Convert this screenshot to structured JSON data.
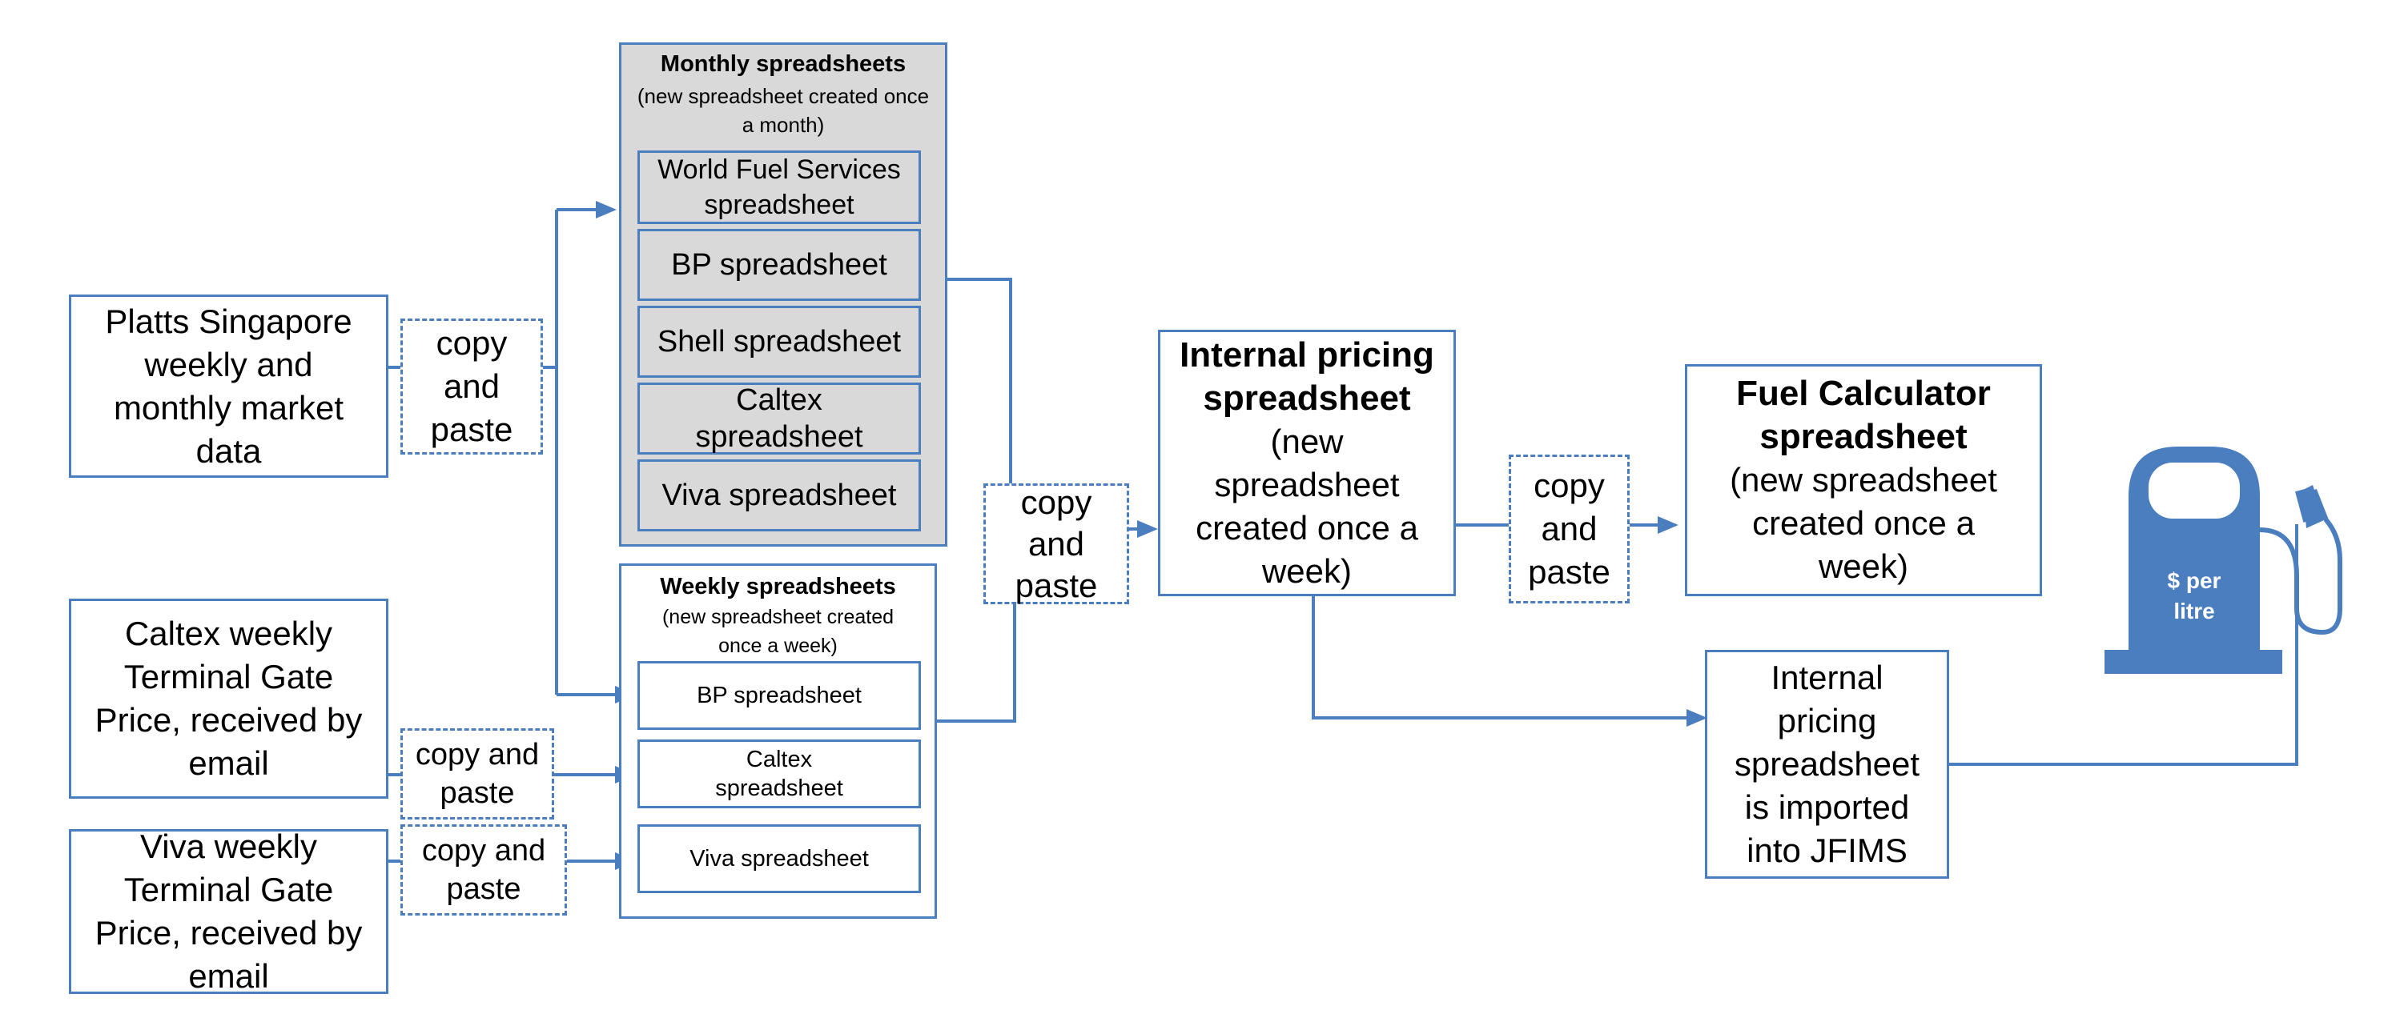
{
  "sources": {
    "platts": "Platts Singapore\nweekly and\nmonthly market\ndata",
    "caltex": "Caltex weekly\nTerminal Gate\nPrice, received by\nemail",
    "viva": "Viva weekly\nTerminal Gate\nPrice, received by\nemail"
  },
  "copy_labels": {
    "platts": "copy\nand\npaste",
    "caltex": "copy and\npaste",
    "viva": "copy and\npaste",
    "to_internal": "copy\nand\npaste",
    "to_fuel": "copy\nand\npaste"
  },
  "monthly": {
    "title": "Monthly spreadsheets",
    "subtitle": "(new spreadsheet created once\na month)",
    "items": [
      "World Fuel Services\nspreadsheet",
      "BP spreadsheet",
      "Shell spreadsheet",
      "Caltex\nspreadsheet",
      "Viva spreadsheet"
    ]
  },
  "weekly": {
    "title": "Weekly spreadsheets",
    "subtitle": "(new spreadsheet created\nonce a week)",
    "items": [
      "BP spreadsheet",
      "Caltex\nspreadsheet",
      "Viva spreadsheet"
    ]
  },
  "internal": {
    "title": "Internal pricing\nspreadsheet",
    "subtitle": "(new\nspreadsheet\ncreated once a\nweek)"
  },
  "fuel_calc": {
    "title": "Fuel Calculator\nspreadsheet",
    "subtitle": "(new spreadsheet\ncreated once a\nweek)"
  },
  "jfims": "Internal\npricing\nspreadsheet\nis imported\ninto JFIMS",
  "pump": {
    "label": "$ per\nlitre",
    "icon": "fuel-pump-icon"
  },
  "colors": {
    "accent": "#4a7ebf",
    "pump": "#4a7ebf",
    "grey_fill": "#d9d9d9"
  }
}
